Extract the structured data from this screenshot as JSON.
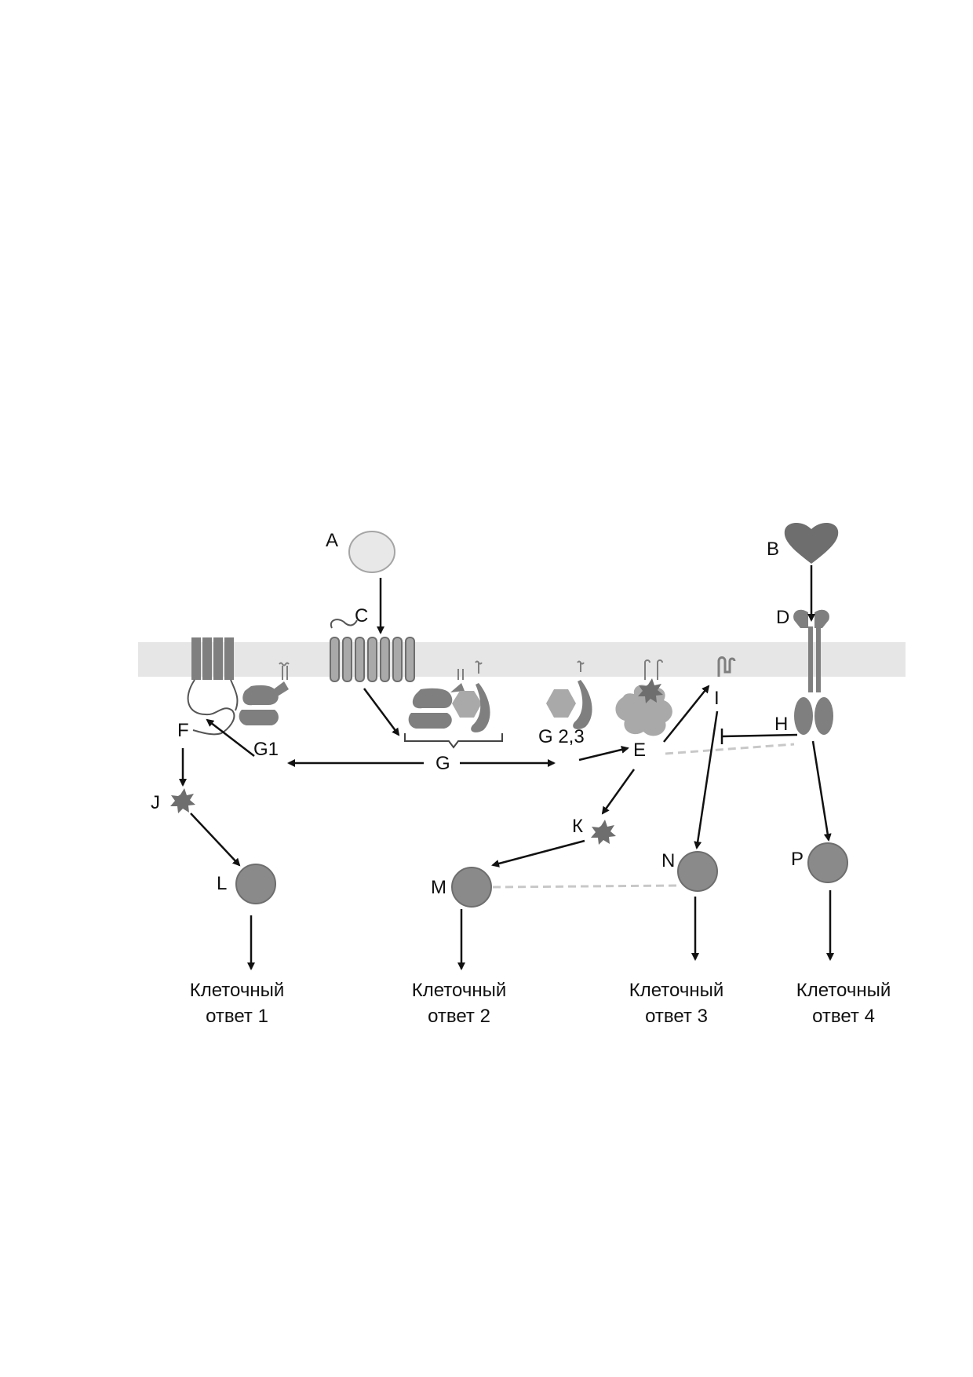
{
  "labels": {
    "A": "A",
    "B": "B",
    "C": "C",
    "D": "D",
    "E": "E",
    "F": "F",
    "G": "G",
    "G1": "G1",
    "G23": "G 2,3",
    "H": "H",
    "I": "I",
    "J": "J",
    "K": "К",
    "L": "L",
    "M": "M",
    "N": "N",
    "P": "P"
  },
  "responses": [
    {
      "line1": "Клеточный",
      "line2": "ответ 1"
    },
    {
      "line1": "Клеточный",
      "line2": "ответ 2"
    },
    {
      "line1": "Клеточный",
      "line2": "ответ 3"
    },
    {
      "line1": "Клеточный",
      "line2": "ответ 4"
    }
  ],
  "colors": {
    "membrane": "#e6e6e6",
    "protein_dark": "#7f7f7f",
    "protein_light": "#a9a9a9",
    "ligand_A": "#e8e8e8",
    "ligand_B": "#6e6e6e",
    "arrow": "#111111",
    "dashed": "#c8c8c8"
  }
}
